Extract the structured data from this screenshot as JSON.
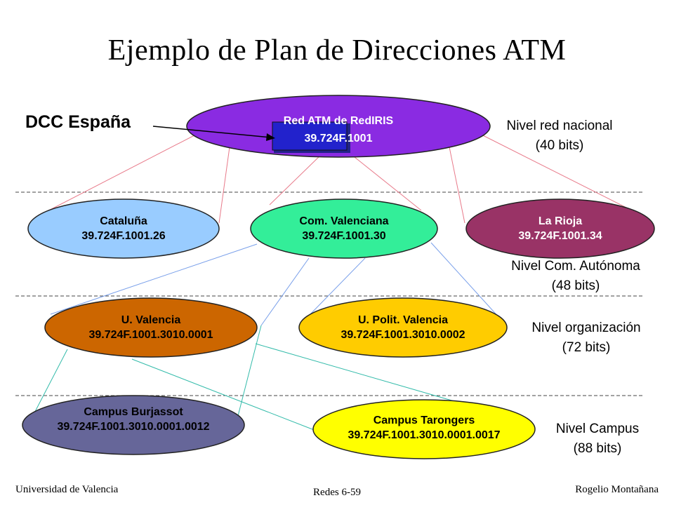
{
  "title": "Ejemplo de Plan de Direcciones ATM",
  "dcc_label": "DCC España",
  "nodes": {
    "rediris": {
      "name": "Red ATM de RedIRIS",
      "address": "39.724F.1001",
      "color": "#8a2be2"
    },
    "cataluna": {
      "name": "Cataluña",
      "address": "39.724F.1001.26",
      "color": "#99ccff"
    },
    "valenciana": {
      "name": "Com. Valenciana",
      "address": "39.724F.1001.30",
      "color": "#33ee99"
    },
    "rioja": {
      "name": "La Rioja",
      "address": "39.724F.1001.34",
      "color": "#993366"
    },
    "uv": {
      "name": "U. Valencia",
      "address": "39.724F.1001.3010.0001",
      "color": "#cc6600"
    },
    "upv": {
      "name": "U. Polit. Valencia",
      "address": "39.724F.1001.3010.0002",
      "color": "#ffcc00"
    },
    "burjassot": {
      "name": "Campus Burjassot",
      "address": "39.724F.1001.3010.0001.0012",
      "color": "#666699"
    },
    "tarongers": {
      "name": "Campus Tarongers",
      "address": "39.724F.1001.3010.0001.0017",
      "color": "#ffff00"
    }
  },
  "levels": {
    "nacional": {
      "line1": "Nivel red nacional",
      "line2": "(40 bits)"
    },
    "autonoma": {
      "line1": "Nivel Com. Autónoma",
      "line2": "(48 bits)"
    },
    "organizacion": {
      "line1": "Nivel organización",
      "line2": "(72 bits)"
    },
    "campus": {
      "line1": "Nivel Campus",
      "line2": "(88 bits)"
    }
  },
  "footer": {
    "left": "Universidad de Valencia",
    "center": "Redes 6-59",
    "right": "Rogelio Montañana"
  }
}
